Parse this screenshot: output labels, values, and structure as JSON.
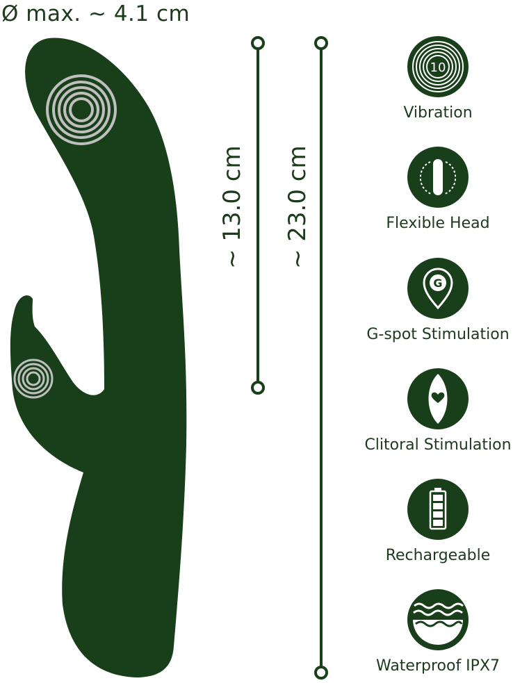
{
  "header": {
    "diameter_label": "Ø max. ~ 4.1 cm"
  },
  "measurements": {
    "insertable_length": "~ 13.0 cm",
    "total_length": "~ 23.0 cm"
  },
  "features": [
    {
      "label": "Vibration",
      "icon": "vibration-10-icon",
      "icon_text": "10"
    },
    {
      "label": "Flexible Head",
      "icon": "flexible-head-icon"
    },
    {
      "label": "G-spot Stimulation",
      "icon": "g-spot-pin-icon",
      "icon_text": "G"
    },
    {
      "label": "Clitoral Stimulation",
      "icon": "clitoral-heart-icon"
    },
    {
      "label": "Rechargeable",
      "icon": "battery-icon"
    },
    {
      "label": "Waterproof IPX7",
      "icon": "water-waves-icon"
    }
  ],
  "colors": {
    "primary_green": "#193f1a",
    "text_green": "#1d3a1d",
    "ring_grey": "#bfbfbf",
    "background": "#ffffff"
  }
}
